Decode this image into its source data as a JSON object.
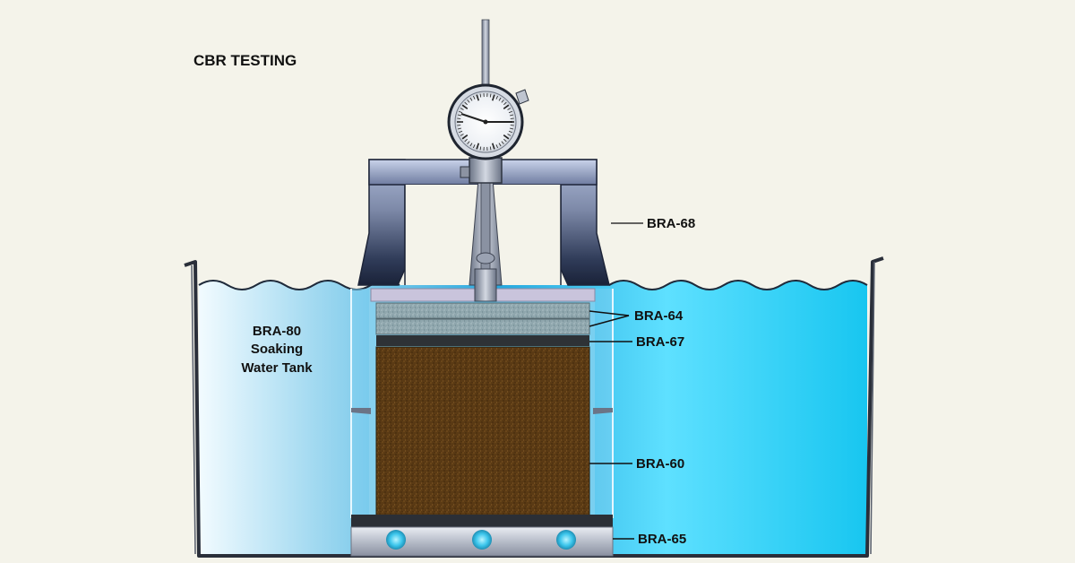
{
  "title": "CBR TESTING",
  "tank_label": [
    "BRA-80",
    "Soaking",
    "Water Tank"
  ],
  "callouts": {
    "bra68": "BRA-68",
    "bra64": "BRA-64",
    "bra67": "BRA-67",
    "bra60": "BRA-60",
    "bra65": "BRA-65"
  },
  "colors": {
    "background": "#f4f3ea",
    "water": "#3cc8ec",
    "soil": "#5a3a14",
    "frame": "#7a88a8",
    "porous_stone": "#8fa6ad"
  }
}
